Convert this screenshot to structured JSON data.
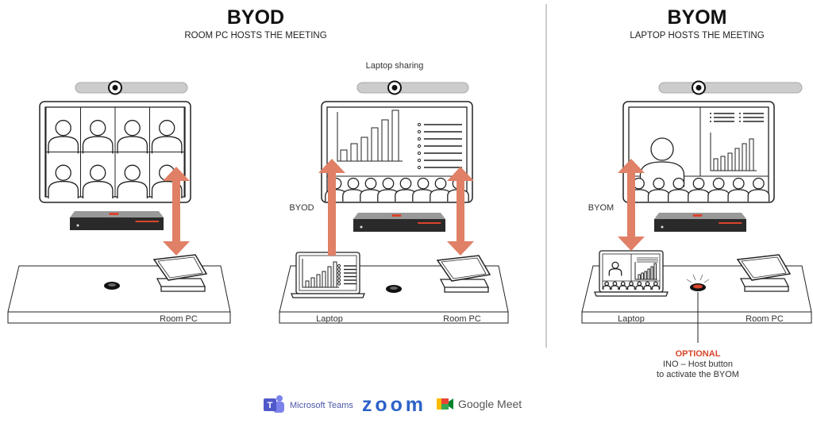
{
  "colors": {
    "arrow": "#e08066",
    "accent": "#d8452c",
    "line": "#222222",
    "divider": "#9a9a9a",
    "teams": "#5059c9",
    "zoom": "#2d62c8"
  },
  "byod": {
    "title": "BYOD",
    "subtitle": "ROOM PC HOSTS THE MEETING"
  },
  "byom": {
    "title": "BYOM",
    "subtitle": "LAPTOP HOSTS THE MEETING"
  },
  "scenes": {
    "room_pc": {
      "table_right_label": "Room PC"
    },
    "laptop_sharing": {
      "caption": "Laptop sharing",
      "side_label": "BYOD",
      "table_left_label": "Laptop",
      "table_right_label": "Room PC"
    },
    "byom": {
      "side_label": "BYOM",
      "table_left_label": "Laptop",
      "table_right_label": "Room PC"
    }
  },
  "optional_note": {
    "heading": "OPTIONAL",
    "line1": "INO – Host button",
    "line2": "to activate the BYOM"
  },
  "logos": {
    "teams": "Microsoft Teams",
    "zoom": "zoom",
    "meet": "Google Meet"
  }
}
